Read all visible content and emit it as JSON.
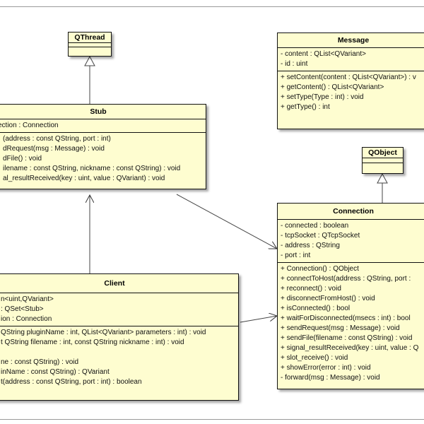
{
  "qthread": {
    "name": "QThread"
  },
  "qobject": {
    "name": "QObject"
  },
  "message": {
    "name": "Message",
    "attributes": [
      "- content : QList<QVariant>",
      "- id : uint"
    ],
    "operations": [
      "+ setContent(content : QList<QVariant>) : v",
      "+ getContent() : QList<QVariant>",
      "+ setType(Type : int) : void",
      "+ getType() : int"
    ]
  },
  "stub": {
    "name": "Stub",
    "attributes": [
      "ection : Connection"
    ],
    "operations": [
      "(address : const QString, port : int)",
      "dRequest(msg : Message) : void",
      "dFile() : void",
      "ilename : const QString, nickname : const QString) : void",
      "al_resultReceived(key : uint, value : QVariant) : void"
    ]
  },
  "client": {
    "name": "Client",
    "attributes": [
      "n<uint,QVariant>",
      ": QSet<Stub>",
      "ion : Connection"
    ],
    "operations": [
      "QString pluginName : int, QList<QVariant> parameters : int) : void",
      "t QString filename : int, const QString nickname : int) : void",
      "",
      "ne : const QString) : void",
      "inName : const QString) : QVariant",
      "t(address : const QString, port : int) : boolean"
    ]
  },
  "connection": {
    "name": "Connection",
    "attributes": [
      "- connected : boolean",
      "- tcpSocket : QTcpSocket",
      "- address : QString",
      "- port : int"
    ],
    "operations": [
      "+ Connection() : QObject",
      "+ connectToHost(address : QString, port :",
      "+ reconnect() : void",
      "+ disconnectFromHost() : void",
      "+ isConnected() : bool",
      "+ waitForDisconnected(msecs : int) : bool",
      "+ sendRequest(msg : Message) : void",
      "+ sendFile(filename : const QString) : void",
      "+ signal_resultReceived(key : uint, value : Q",
      "+ slot_receive() : void",
      "+ showError(error : int) : void",
      "- forward(msg : Message) : void"
    ]
  }
}
